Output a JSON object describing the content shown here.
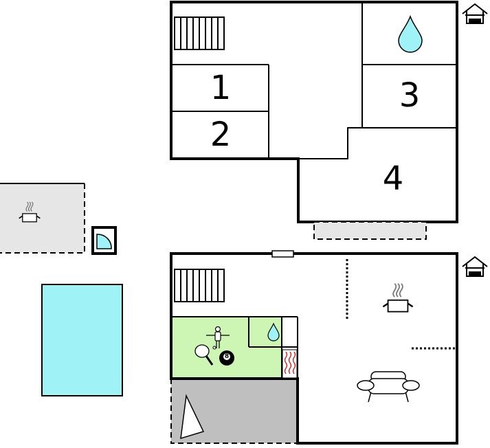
{
  "floor_plan": {
    "upper_floor": {
      "rooms": [
        {
          "label": "1"
        },
        {
          "label": "2"
        },
        {
          "label": "3"
        },
        {
          "label": "4"
        }
      ],
      "floor_icon": "house-floor-upper-icon"
    },
    "ground_floor": {
      "floor_icon": "house-floor-ground-icon",
      "billiard_ball_label": "8"
    },
    "icons": [
      "stairs-icon",
      "water-drop-icon",
      "cooking-pot-icon",
      "fireplace-icon",
      "sofa-icon",
      "table-football-icon",
      "table-tennis-icon",
      "billiard-ball-icon",
      "shower-icon",
      "parking-icon"
    ],
    "colors": {
      "wall": "#000000",
      "terrace": "#e6e6e6",
      "activity_room": "#cdf5b3",
      "pool": "#9ff3f7",
      "carport": "#bfbfbf",
      "water": "#9ff3f7",
      "fireplace": "#d01010"
    }
  }
}
